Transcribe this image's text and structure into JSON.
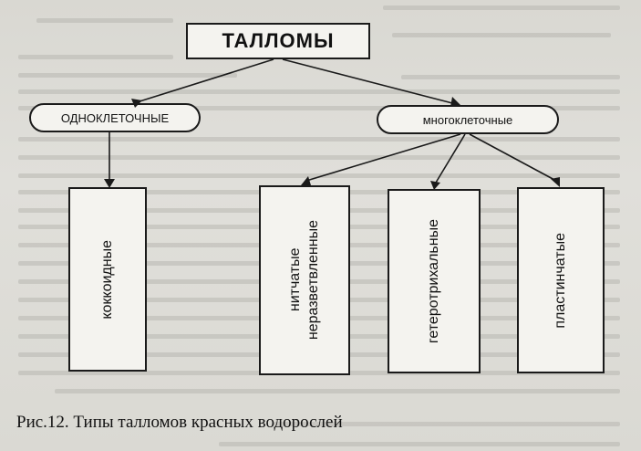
{
  "diagram": {
    "root": "ТАЛЛОМЫ",
    "branches": [
      {
        "label": "ОДНОКЛЕТОЧНЫЕ",
        "children": [
          "коккоидные"
        ]
      },
      {
        "label": "многоклеточные",
        "children": [
          "нитчатые неразветвленные",
          "гетеротрихальные",
          "пластинчатые"
        ]
      }
    ],
    "leaves": {
      "coccoid": "коккоидные",
      "filamentous_line1": "нитчатые",
      "filamentous_line2": "неразветвленные",
      "heterotrichous": "гетеротрихальные",
      "lamellar": "пластинчатые"
    }
  },
  "caption": "Рис.12. Типы талломов красных водорослей"
}
